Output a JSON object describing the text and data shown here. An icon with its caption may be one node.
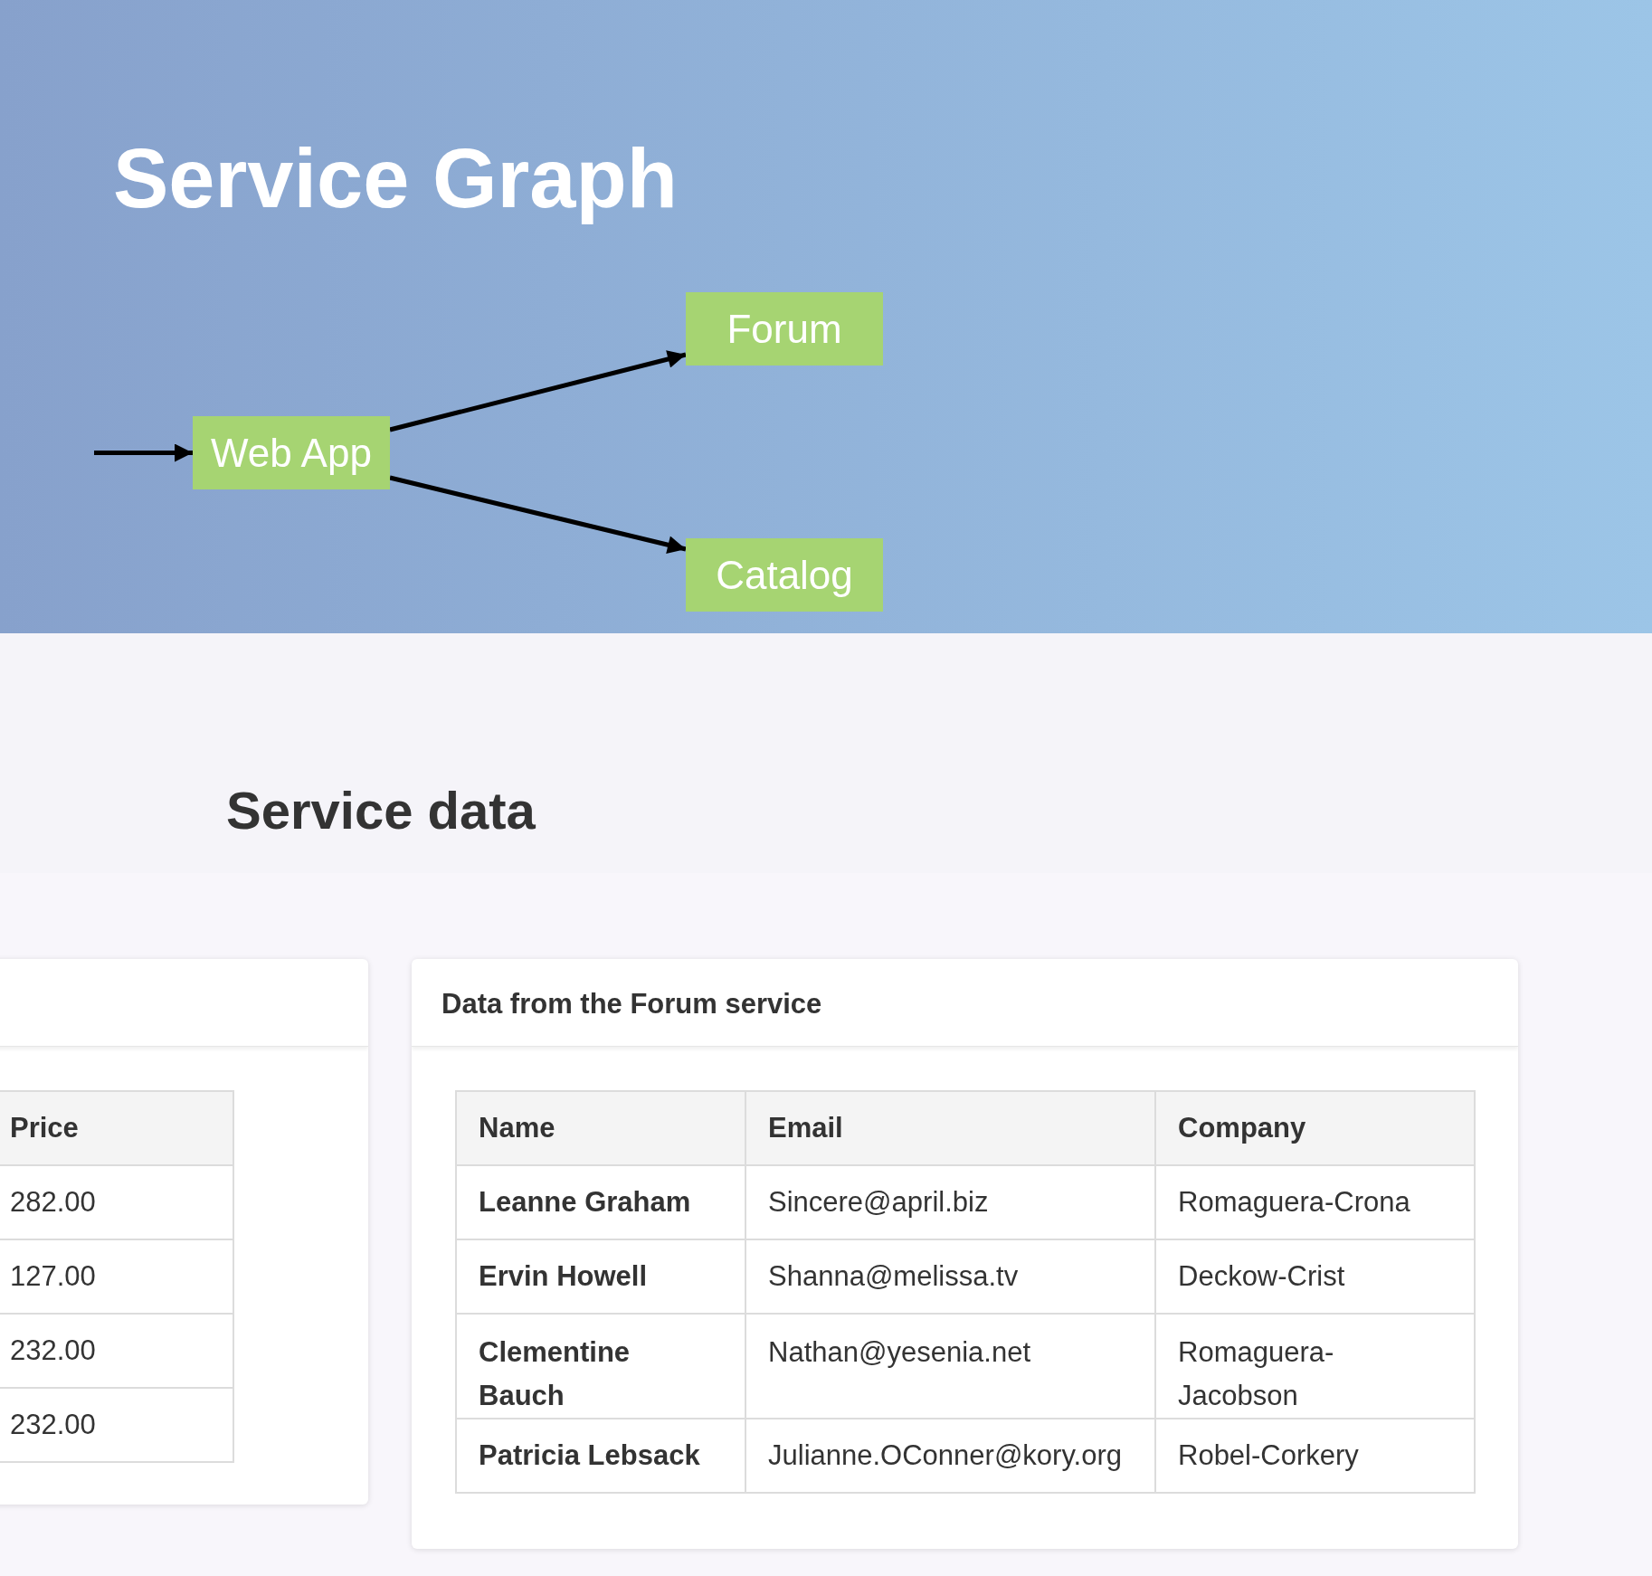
{
  "diagram": {
    "title": "Service Graph",
    "nodes": [
      {
        "text": [
          "Web App"
        ]
      },
      {
        "text": [
          "Forum"
        ]
      },
      {
        "text": [
          "Catalog"
        ]
      }
    ],
    "edges": [
      {
        "from": null,
        "to": 0,
        "arrow": "to"
      },
      {
        "from": 0,
        "to": 1,
        "arrow": "to"
      },
      {
        "from": 0,
        "to": 2,
        "arrow": "to"
      }
    ],
    "labels": [
      "Service data",
      "Price",
      "282.00",
      "127.00",
      "232.00",
      "232.00",
      "Data from the Forum service",
      "Name",
      "Email",
      "Company",
      "Leanne Graham",
      "Sincere@april.biz",
      "Romaguera-Crona",
      "Ervin Howell",
      "Shanna@melissa.tv",
      "Deckow-Crist",
      "Clementine Bauch",
      "Nathan@yesenia.net",
      "Romaguera-Jacobson",
      "Patricia Lebsack",
      "Julianne.OConner@kory.org",
      "Robel-Corkery"
    ]
  }
}
